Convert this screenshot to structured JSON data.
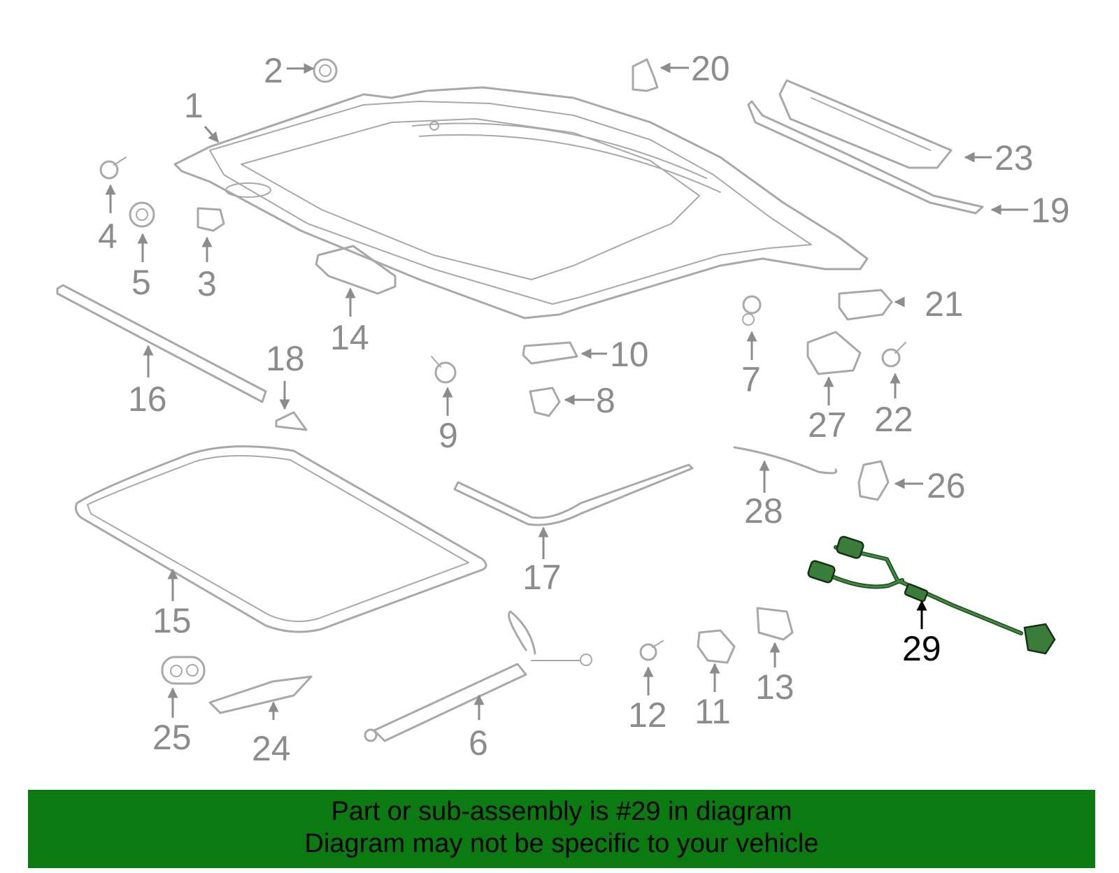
{
  "highlighted_part": "29",
  "callouts": [
    "1",
    "2",
    "3",
    "4",
    "5",
    "6",
    "7",
    "8",
    "9",
    "10",
    "11",
    "12",
    "13",
    "14",
    "15",
    "16",
    "17",
    "18",
    "19",
    "20",
    "21",
    "22",
    "23",
    "24",
    "25",
    "26",
    "27",
    "28",
    "29"
  ],
  "banner": {
    "line1": "Part or sub-assembly is #29 in diagram",
    "line2": "Diagram may not be specific to your vehicle"
  },
  "colors": {
    "banner_background": "#0b7a10",
    "part_outline": "#a8a8a8",
    "highlight_part": "#3a7d3a"
  }
}
